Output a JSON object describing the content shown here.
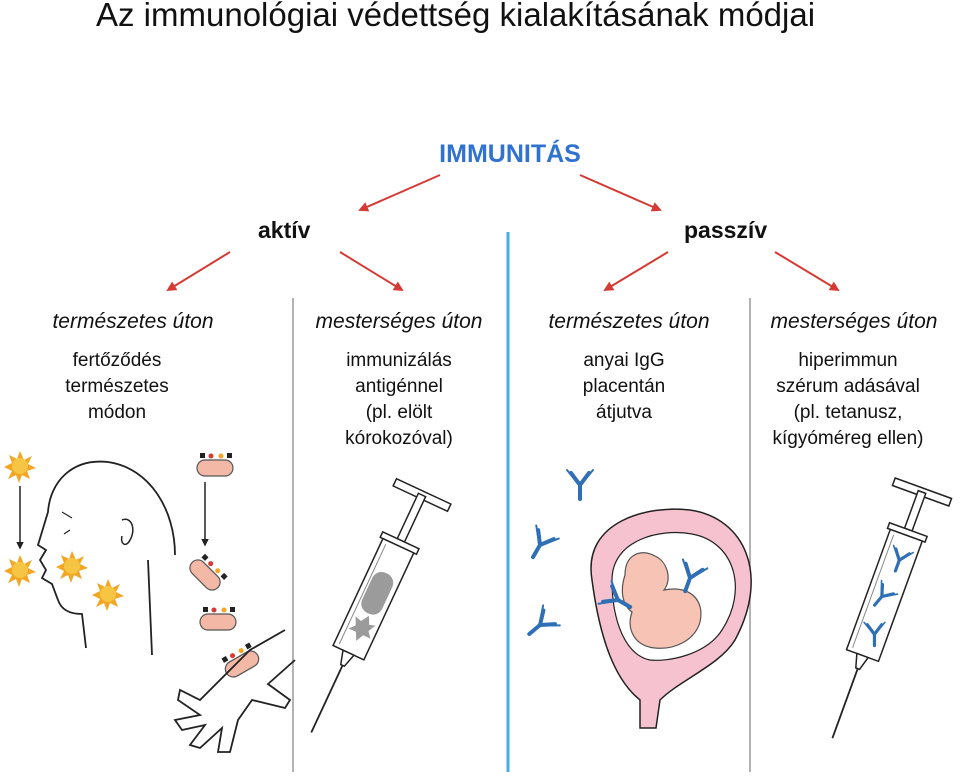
{
  "title": "Az immunológiai védettség kialakításának módjai",
  "root": "IMMUNITÁS",
  "branches": {
    "active": "aktív",
    "passive": "passzív"
  },
  "columns": [
    {
      "category": "természetes úton",
      "lines": [
        "fertőződés",
        "természetes",
        "módon"
      ]
    },
    {
      "category": "mesterséges úton",
      "lines": [
        "immunizálás",
        "antigénnel",
        "(pl. elölt",
        "kórokozóval)"
      ]
    },
    {
      "category": "természetes úton",
      "lines": [
        "anyai IgG",
        "placentán",
        "átjutva"
      ]
    },
    {
      "category": "mesterséges úton",
      "lines": [
        "hiperimmun",
        "szérum adásával",
        "(pl. tetanusz,",
        "kígyóméreg ellen)"
      ]
    }
  ],
  "colors": {
    "root": "#2f72d0",
    "arrow": "#d63a35",
    "divider_main": "#4aaee0",
    "divider_sub": "#9a9a9a",
    "antibody": "#2e6fb5",
    "bacterium": "#f4b9a6",
    "virus": "#f2a623",
    "uterus": "#f6c2cf"
  },
  "icons": [
    "sun-virus-icon",
    "bacterium-icon",
    "syringe-icon",
    "antibody-icon",
    "head-icon",
    "hand-icon",
    "uterus-fetus-icon"
  ]
}
